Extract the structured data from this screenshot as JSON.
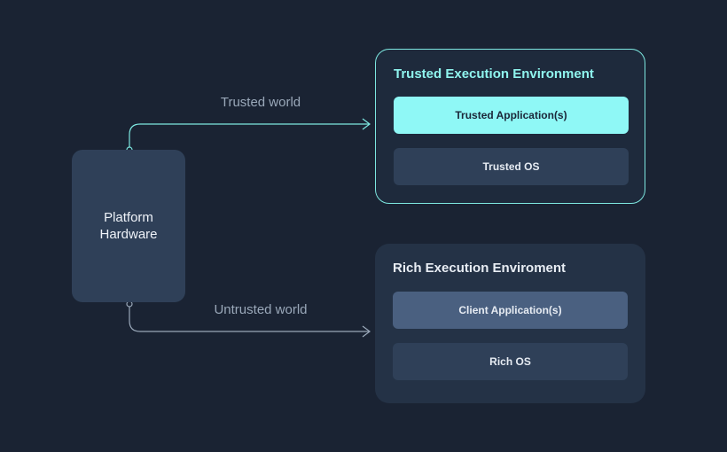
{
  "hardware": {
    "label": "Platform\nHardware"
  },
  "connectors": {
    "trusted_label": "Trusted world",
    "untrusted_label": "Untrusted world"
  },
  "trusted_env": {
    "title": "Trusted Execution Environment",
    "app_label": "Trusted Application(s)",
    "os_label": "Trusted OS"
  },
  "rich_env": {
    "title": "Rich Execution Enviroment",
    "app_label": "Client Application(s)",
    "os_label": "Rich OS"
  },
  "colors": {
    "background": "#1a2333",
    "accent": "#7de7e0",
    "connector": "#9aa8b9"
  }
}
